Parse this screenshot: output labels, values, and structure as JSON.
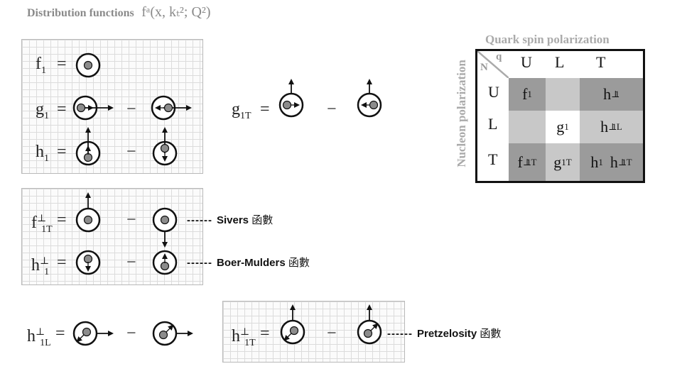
{
  "title": {
    "lead": "Distribution functions",
    "formula": "fᵃ(x, kₜ²; Q²)"
  },
  "rows": {
    "f1": {
      "name": "f",
      "sub": "1",
      "sup": ""
    },
    "g1": {
      "name": "g",
      "sub": "1",
      "sup": ""
    },
    "h1": {
      "name": "h",
      "sub": "1",
      "sup": ""
    },
    "g1t": {
      "name": "g",
      "sub": "1T",
      "sup": ""
    },
    "f1t_perp": {
      "name": "f",
      "sub": "1T",
      "sup": "⊥"
    },
    "h1_perp": {
      "name": "h",
      "sub": "1",
      "sup": "⊥"
    },
    "h1l_perp": {
      "name": "h",
      "sub": "1L",
      "sup": "⊥"
    },
    "h1t_perp": {
      "name": "h",
      "sub": "1T",
      "sup": "⊥"
    }
  },
  "operators": {
    "equals": "=",
    "minus": "−"
  },
  "annotations": {
    "dots": "------",
    "sivers": "Sivers",
    "boer_mulders": "Boer-Mulders",
    "pretzelosity": "Pretzelosity",
    "function_word": "函數"
  },
  "table": {
    "title": "Quark spin polarization",
    "vertical_title": "Nucleon polarization",
    "corner_q": "q",
    "corner_n": "N",
    "col_headers": [
      "U",
      "L",
      "T"
    ],
    "row_headers": [
      "U",
      "L",
      "T"
    ],
    "cells": {
      "uu": {
        "name": "f",
        "sub": "1",
        "sup": ""
      },
      "ut": {
        "name": "h",
        "sub": "1",
        "sup": "⊥"
      },
      "ll": {
        "name": "g",
        "sub": "1",
        "sup": ""
      },
      "lt": {
        "name": "h",
        "sub": "1L",
        "sup": "⊥"
      },
      "tu": {
        "name": "f",
        "sub": "1T",
        "sup": "⊥"
      },
      "tl": {
        "name": "g",
        "sub": "1T",
        "sup": ""
      },
      "tt1": {
        "name": "h",
        "sub": "1",
        "sup": ""
      },
      "tt2": {
        "name": "h",
        "sub": "1T",
        "sup": "⊥"
      }
    },
    "colors": {
      "dark": "#9b9b9b",
      "light": "#c8c8c8",
      "white": "#ffffff"
    }
  }
}
